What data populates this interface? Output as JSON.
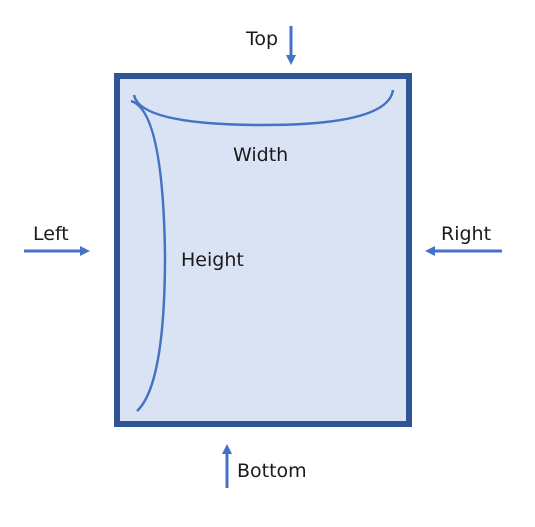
{
  "labels": {
    "top": "Top",
    "left": "Left",
    "right": "Right",
    "bottom": "Bottom",
    "width": "Width",
    "height": "Height"
  },
  "colors": {
    "frame_stroke": "#2f5597",
    "frame_fill": "#dae3f3",
    "arrow": "#4472c4",
    "curve": "#4472c4",
    "text": "#1a1a1a"
  },
  "icons": {
    "top": "arrow-down-icon",
    "left": "arrow-right-icon",
    "right": "arrow-left-icon",
    "bottom": "arrow-up-icon"
  }
}
